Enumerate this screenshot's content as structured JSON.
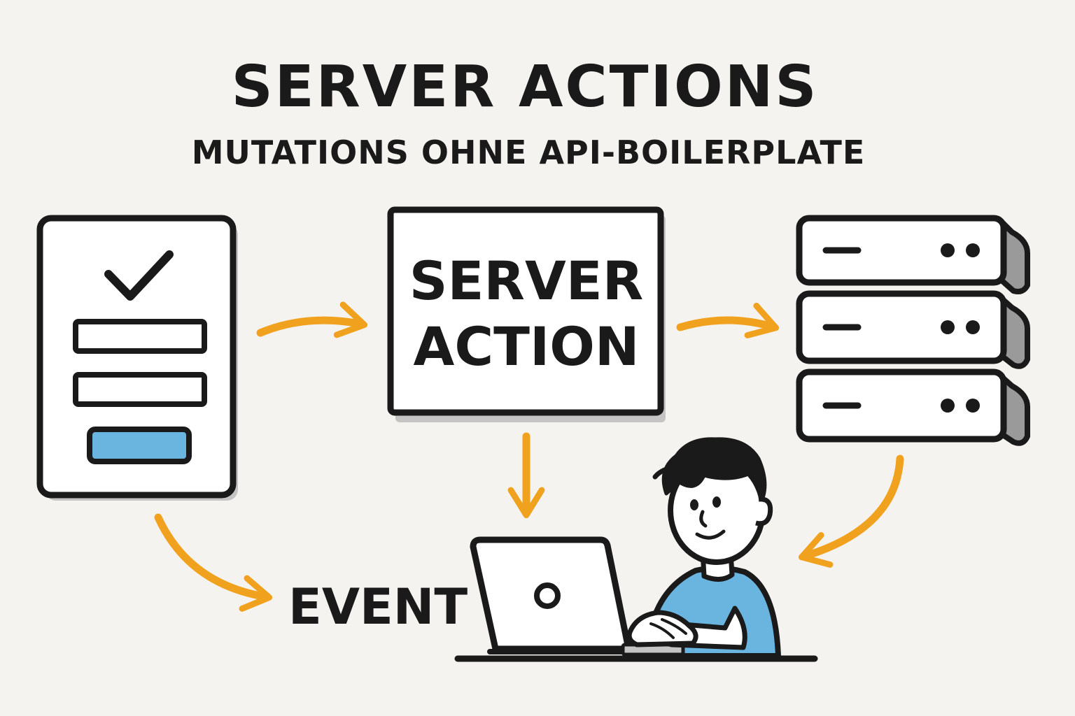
{
  "title": "SERVER ACTIONS",
  "subtitle": "MUTATIONS OHNE API-BOILERPLATE",
  "nodes": {
    "form": {
      "icon": "checkmark-icon"
    },
    "server_action": {
      "line1": "SERVER",
      "line2": "ACTION"
    },
    "server_rack": {
      "icon": "server-rack-icon"
    },
    "developer": {
      "icon": "developer-with-laptop-icon"
    }
  },
  "labels": {
    "event": "EVENT"
  },
  "colors": {
    "background": "#f5f3ef",
    "stroke": "#1a1a1a",
    "arrow": "#f0a21e",
    "accent_blue": "#6ab5e0",
    "shadow": "#c4c4c4"
  }
}
